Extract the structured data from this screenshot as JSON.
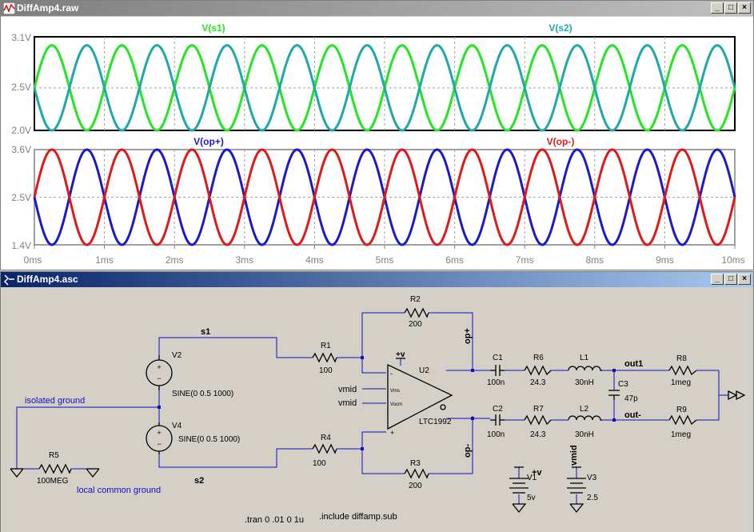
{
  "waveform_window": {
    "title": "DiffAmp4.raw",
    "controls": {
      "minimize": "_",
      "maximize": "□",
      "close": "×"
    }
  },
  "schematic_window": {
    "title": "DiffAmp4.asc",
    "controls": {
      "minimize": "_",
      "maximize": "□",
      "close": "×"
    }
  },
  "colors": {
    "green": "#22e622",
    "teal": "#1ea8a8",
    "blue": "#1a1ac8",
    "red": "#e01818",
    "wire": "#1010c0",
    "component": "#000000"
  },
  "chart_data": [
    {
      "type": "line",
      "series": [
        {
          "name": "V(s1)",
          "color": "#22e622",
          "amplitude": 0.5,
          "offset": 2.5,
          "frequency_hz": 1000,
          "phase": "sine"
        },
        {
          "name": "V(s2)",
          "color": "#1ea8a8",
          "amplitude": 0.5,
          "offset": 2.5,
          "frequency_hz": 1000,
          "phase": "inverted"
        }
      ],
      "y_ticks": [
        "3.1V",
        "2.5V",
        "2.0V"
      ],
      "ylim": [
        2.0,
        3.1
      ],
      "xlim": [
        0,
        10
      ],
      "grid": true
    },
    {
      "type": "line",
      "series": [
        {
          "name": "V(op+)",
          "color": "#1a1ac8",
          "amplitude": 1.1,
          "offset": 2.5,
          "frequency_hz": 1000,
          "phase": "inverted"
        },
        {
          "name": "V(op-)",
          "color": "#e01818",
          "amplitude": 1.1,
          "offset": 2.5,
          "frequency_hz": 1000,
          "phase": "sine"
        }
      ],
      "y_ticks": [
        "3.6V",
        "2.5V",
        "1.4V"
      ],
      "ylim": [
        1.4,
        3.6
      ],
      "xlim": [
        0,
        10
      ],
      "x_ticks": [
        "0ms",
        "1ms",
        "2ms",
        "3ms",
        "4ms",
        "5ms",
        "6ms",
        "7ms",
        "8ms",
        "9ms",
        "10ms"
      ],
      "grid": true
    }
  ],
  "schematic": {
    "nets": {
      "s1": "s1",
      "s2": "s2",
      "op_plus": "op+",
      "op_minus": "op-",
      "out1": "out1",
      "out_minus": "out-",
      "vmid_a": "vmid",
      "vmid_b": "vmid"
    },
    "labels": {
      "isolated_ground": "isolated ground",
      "local_common_ground": "local common ground"
    },
    "components": {
      "R1": {
        "name": "R1",
        "value": "100"
      },
      "R2": {
        "name": "R2",
        "value": "200"
      },
      "R3": {
        "name": "R3",
        "value": "200"
      },
      "R4": {
        "name": "R4",
        "value": "100"
      },
      "R5": {
        "name": "R5",
        "value": "100MEG"
      },
      "R6": {
        "name": "R6",
        "value": "24.3"
      },
      "R7": {
        "name": "R7",
        "value": "24.3"
      },
      "R8": {
        "name": "R8",
        "value": "1meg"
      },
      "R9": {
        "name": "R9",
        "value": "1meg"
      },
      "C1": {
        "name": "C1",
        "value": "100n"
      },
      "C2": {
        "name": "C2",
        "value": "100n"
      },
      "C3": {
        "name": "C3",
        "value": "47p"
      },
      "L1": {
        "name": "L1",
        "value": "30nH"
      },
      "L2": {
        "name": "L2",
        "value": "30nH"
      },
      "V1": {
        "name": "V1",
        "value": "5v",
        "flag": "+v"
      },
      "V2": {
        "name": "V2",
        "value": "SINE(0 0.5 1000)"
      },
      "V3": {
        "name": "V3",
        "value": "2.5",
        "flag": "vmid"
      },
      "V4": {
        "name": "V4",
        "value": "SINE(0 0.5 1000)"
      },
      "U2": {
        "name": "U2",
        "part": "LTC1992",
        "supply": "+v",
        "pin_vms": "Vms",
        "pin_vocm": "Vocm",
        "pin_plus": "+",
        "pin_minus": "-"
      }
    },
    "directives": {
      "tran": ".tran 0 .01 0 1u",
      "include": ".include diffamp.sub"
    }
  }
}
